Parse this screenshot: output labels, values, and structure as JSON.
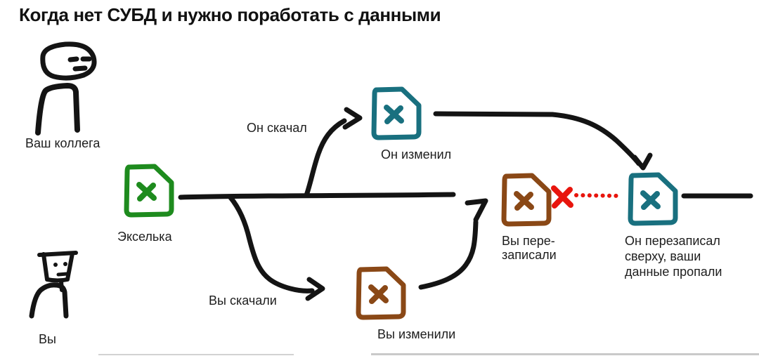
{
  "title": "Когда нет СУБД и нужно поработать с данными",
  "actors": {
    "colleague": {
      "label": "Ваш коллега"
    },
    "you": {
      "label": "Вы"
    }
  },
  "nodes": {
    "excel": {
      "label": "Экселька",
      "color": "#1e8b1e",
      "icon": "file-x-icon"
    },
    "he_changed": {
      "label": "Он изменил",
      "color": "#19707f",
      "icon": "file-x-icon"
    },
    "you_changed": {
      "label": "Вы изменили",
      "color": "#8a4816",
      "icon": "file-x-icon"
    },
    "you_overwrote": {
      "label": "Вы пере-\nзаписали",
      "color": "#8a4816",
      "icon": "file-x-icon"
    },
    "he_overwrote": {
      "label": "Он перезаписал\nсверху, ваши\nданные пропали",
      "color": "#19707f",
      "icon": "file-x-icon"
    }
  },
  "edges": {
    "he_downloaded": {
      "label": "Он скачал"
    },
    "you_downloaded": {
      "label": "Вы скачали"
    }
  },
  "colors": {
    "conflict": "#e8150d",
    "ink": "#141414"
  }
}
